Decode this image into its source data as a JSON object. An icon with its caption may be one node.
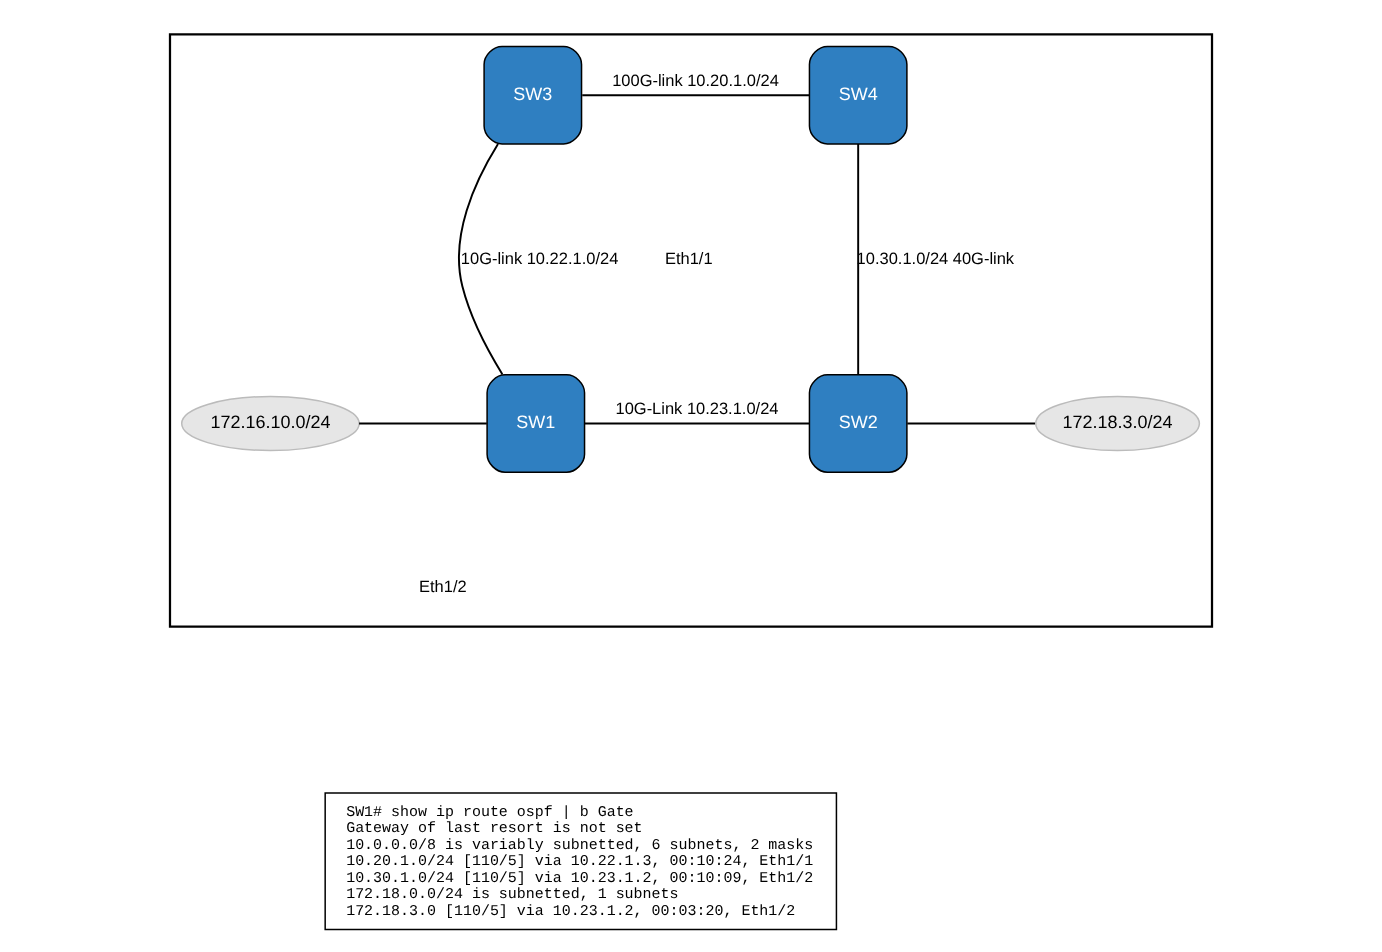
{
  "diagram": {
    "nodes": [
      {
        "text": [],
        "shape": "box"
      },
      {
        "text": [
          "SW3"
        ],
        "in": 0
      },
      {
        "text": [
          "SW4"
        ],
        "in": 0
      },
      {
        "text": [
          "172.16.10.0/24"
        ],
        "in": 0
      },
      {
        "text": [
          "SW1"
        ],
        "in": 0
      },
      {
        "text": [
          "SW2"
        ],
        "in": 0
      },
      {
        "text": [
          "172.18.3.0/24"
        ],
        "in": 0
      },
      {
        "text": [
          "SW1# show ip route ospf | b Gate",
          "Gateway of last resort is not set",
          "10.0.0.0/8 is variably subnetted, 6 subnets, 2 masks",
          "10.20.1.0/24 [110/5] via 10.22.1.3, 00:10:24, Eth1/1",
          "10.30.1.0/24 [110/5] via 10.23.1.2, 00:10:09, Eth1/2",
          "172.18.0.0/24 is subnetted, 1 subnets",
          "172.18.3.0 [110/5] via 10.23.1.2, 00:03:20, Eth1/2"
        ]
      }
    ],
    "edges": [
      {
        "from": 1,
        "to": 2,
        "arrow": "none",
        "label": "100G-link 10.20.1.0/24"
      },
      {
        "from": 1,
        "to": 4,
        "arrow": "none",
        "label": "10G-link 10.22.1.0/24"
      },
      {
        "from": 2,
        "to": 5,
        "arrow": "none",
        "label": "10.30.1.0/24 40G-link"
      },
      {
        "from": 3,
        "to": 4,
        "arrow": "none"
      },
      {
        "from": 4,
        "to": 5,
        "arrow": "none",
        "label": "10G-Link 10.23.1.0/24"
      },
      {
        "from": 5,
        "to": 6,
        "arrow": "none"
      }
    ],
    "labels": [
      "Eth1/1",
      "Eth1/2"
    ]
  }
}
